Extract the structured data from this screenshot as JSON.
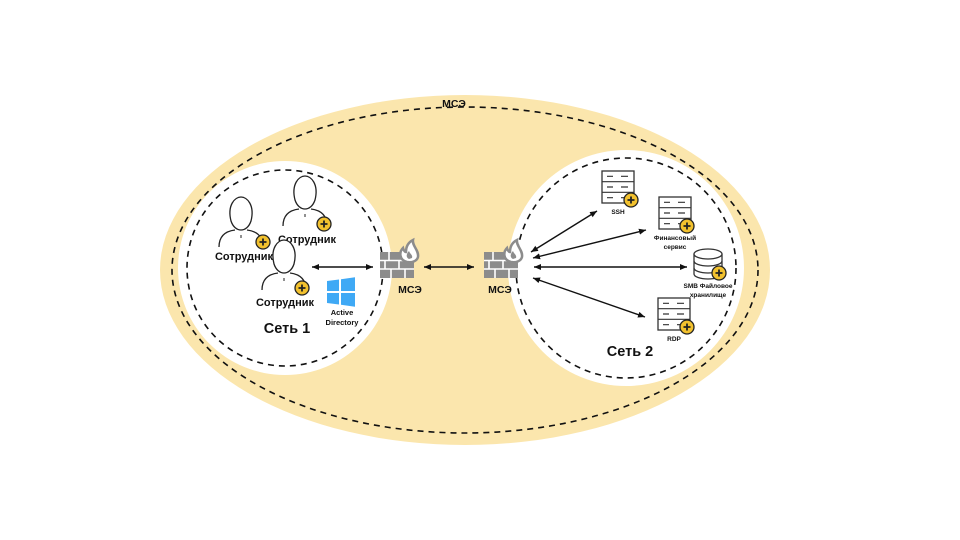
{
  "outer_zone": {
    "label": "МСЭ",
    "fill": "#FBE6AD"
  },
  "network1": {
    "label": "Сеть 1",
    "employees": [
      {
        "label": "Сотрудник"
      },
      {
        "label": "Сотрудник"
      },
      {
        "label": "Сотрудник"
      }
    ],
    "active_directory": {
      "line1": "Active",
      "line2": "Directory",
      "color": "#3FA9F5"
    }
  },
  "firewalls": [
    {
      "label": "МСЭ"
    },
    {
      "label": "МСЭ"
    }
  ],
  "network2": {
    "label": "Сеть 2",
    "services": [
      {
        "line1": "SSH",
        "line2": "",
        "icon": "server-icon"
      },
      {
        "line1": "Финансовый",
        "line2": "сервис",
        "icon": "server-icon"
      },
      {
        "line1": "SMB Файловое",
        "line2": "хранилище",
        "icon": "database-icon"
      },
      {
        "line1": "RDP",
        "line2": "",
        "icon": "server-icon"
      }
    ]
  },
  "colors": {
    "badge": "#F2C12E",
    "firewall": "#8C8C8C"
  }
}
